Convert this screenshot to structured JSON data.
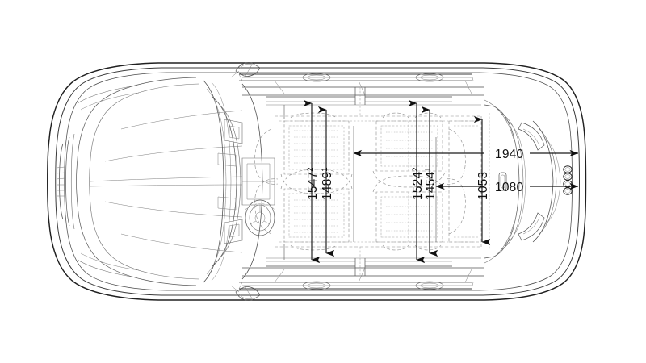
{
  "drawing": {
    "subject": "audi-vehicle-top-view-technical-drawing",
    "view": "top-plan-view",
    "background_color": "#ffffff",
    "line_color": "#1a1a1a",
    "orientation": "front-left-rear-right",
    "brand_mark": "audi-four-rings"
  },
  "dimensions": {
    "front_track": {
      "value": "1547",
      "superscript": "2",
      "orientation": "vertical",
      "label": "1547"
    },
    "front_track_alt": {
      "value": "1489",
      "superscript": "1",
      "orientation": "vertical",
      "label": "1489"
    },
    "rear_track": {
      "value": "1524",
      "superscript": "2",
      "orientation": "vertical",
      "label": "1524"
    },
    "rear_track_alt": {
      "value": "1454",
      "superscript": "1",
      "orientation": "vertical",
      "label": "1454"
    },
    "cargo_width": {
      "value": "1053",
      "superscript": "",
      "orientation": "vertical",
      "label": "1053"
    },
    "width_with_mirrors": {
      "value": "1940",
      "superscript": "",
      "orientation": "horizontal",
      "label": "1940"
    },
    "cargo_opening": {
      "value": "1080",
      "superscript": "",
      "orientation": "horizontal",
      "label": "1080"
    }
  },
  "features": {
    "roof_rail_top": "roof-rail",
    "roof_rail_bottom": "roof-rail",
    "mirror_top": "side-mirror",
    "mirror_bottom": "side-mirror",
    "windshield": "windshield-glass",
    "rear_hatch": "rear-hatch",
    "tail_light_top": "tail-light",
    "tail_light_bottom": "tail-light",
    "steering_wheel": "steering-wheel",
    "dashboard": "dashboard",
    "seat_front_left": "front-seat",
    "seat_front_right": "front-seat",
    "seat_rear_left": "rear-seat",
    "seat_rear_right": "rear-seat",
    "handle": "hatch-handle",
    "badge": "audi-rings-badge"
  }
}
